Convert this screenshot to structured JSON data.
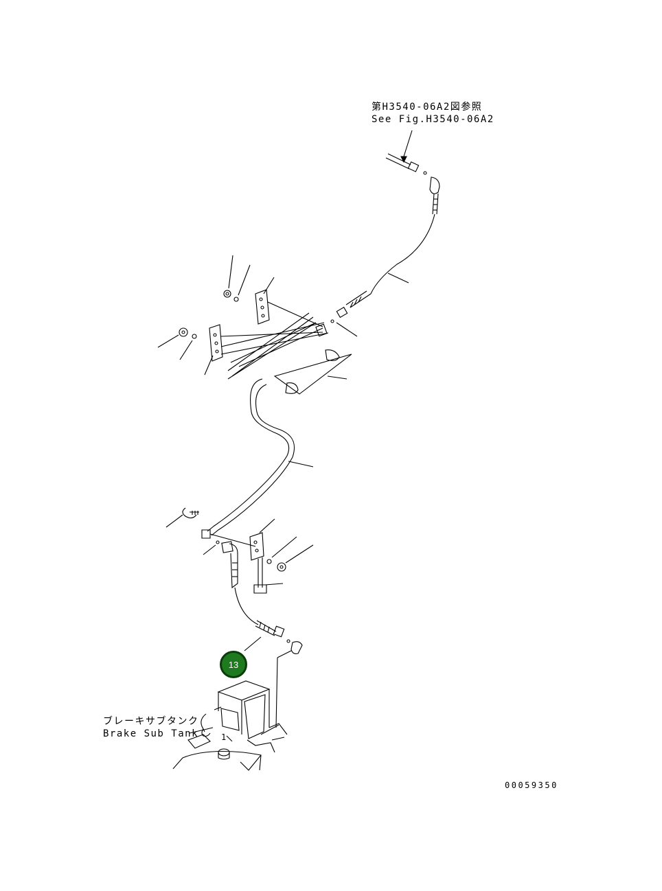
{
  "reference": {
    "text_jp": "第H3540-06A2図参照",
    "text_en": "See Fig.H3540-06A2"
  },
  "tank_label": {
    "text_jp": "ブレーキサブタンク",
    "text_en": "Brake Sub Tank"
  },
  "tank_part_number": "1",
  "document_number": "00059350",
  "callout_badge": {
    "number": "13",
    "color": "#1f7a1f"
  }
}
